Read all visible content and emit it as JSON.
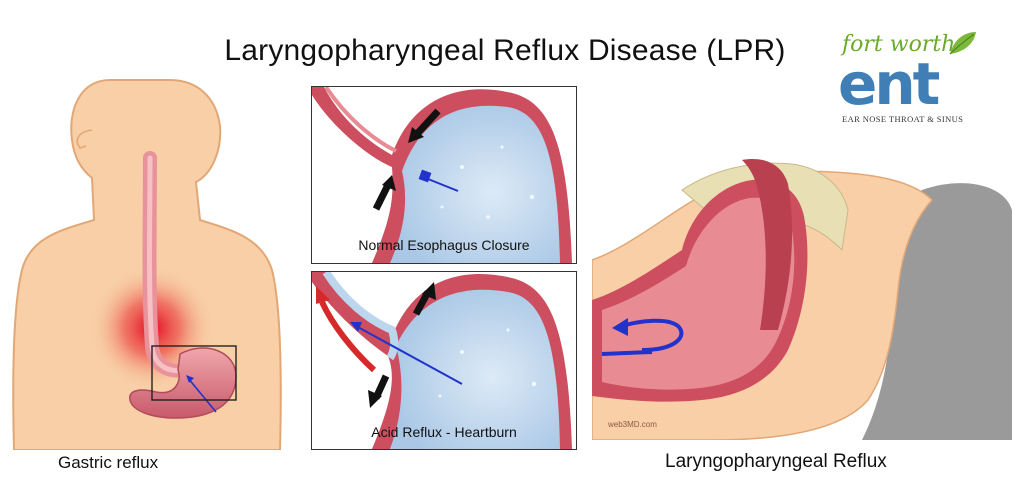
{
  "title": "Laryngopharyngeal Reflux Disease (LPR)",
  "logo": {
    "script_text": "fort worth",
    "main_text": "ent",
    "subtitle": "EAR NOSE THROAT & SINUS"
  },
  "figures": {
    "body": {
      "caption": "Gastric reflux"
    },
    "panel_normal": {
      "label": "Normal Esophagus Closure"
    },
    "panel_acid": {
      "label": "Acid Reflux - Heartburn"
    },
    "sleep": {
      "caption": "Laryngopharyngeal Reflux",
      "watermark": "web3MD.com"
    }
  },
  "colors": {
    "skin": "#f8cfa6",
    "skin_outline": "#e2a776",
    "tissue": "#cc4e5f",
    "tissue_light": "#e98b93",
    "stomach_fill": "#b8d4ec",
    "reflux_red": "#d62a2a",
    "arrow_blue": "#2233cc",
    "pillow": "#9a9a9a",
    "bone": "#e8dfb4"
  },
  "icons": [
    "green-leaf-icon"
  ]
}
